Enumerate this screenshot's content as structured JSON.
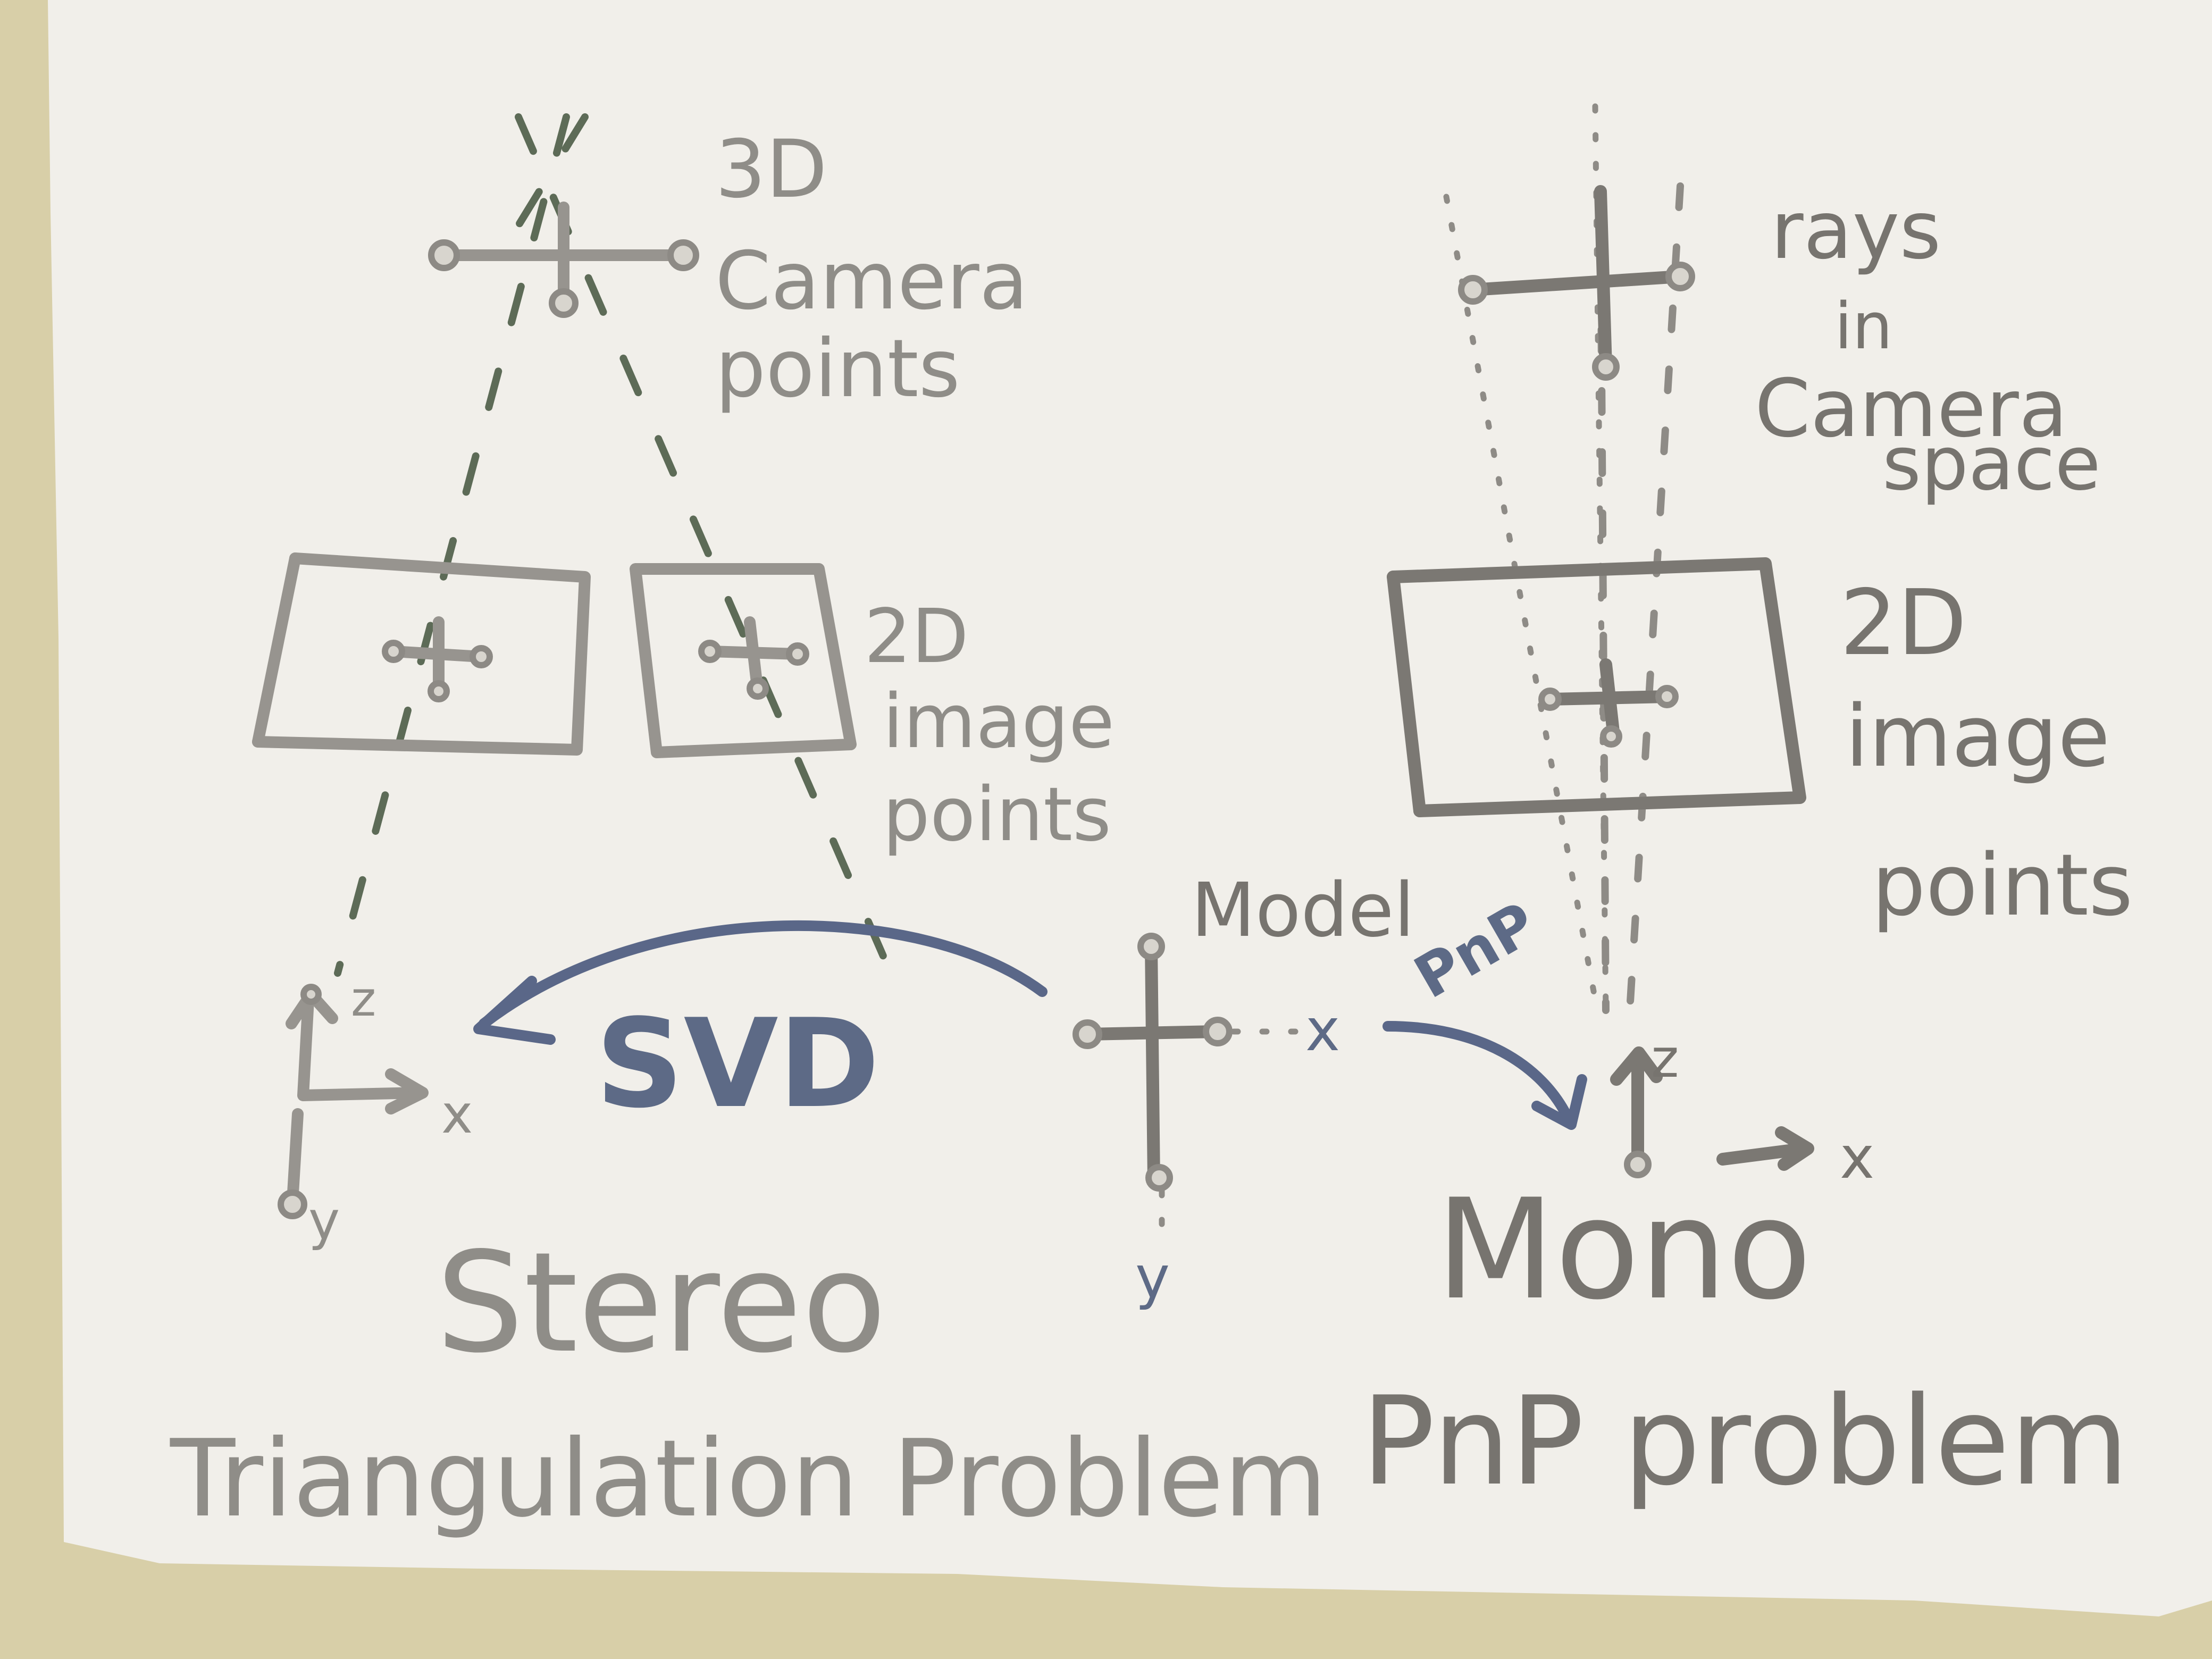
{
  "paper_color": "#f1efea",
  "wall_color": "#d8cfa8",
  "ink_colors": {
    "silver": "#97948f",
    "dark_grey": "#7b7873",
    "blue": "#5a6788",
    "green": "#5d6b57"
  },
  "left_panel": {
    "camera_points_label": [
      "3D",
      "Camera",
      "points"
    ],
    "image_points_label": [
      "2D",
      "image",
      "points"
    ],
    "axes": {
      "z": "z",
      "x": "x",
      "y": "y"
    },
    "title_line1": "Stereo",
    "title_line2": "Triangulation Problem"
  },
  "right_panel": {
    "rays_label": [
      "rays",
      "in",
      "Camera",
      "space"
    ],
    "image_points_label": [
      "2D",
      "image",
      "points"
    ],
    "axes": {
      "z": "z",
      "x": "x"
    },
    "title_line1": "Mono",
    "title_line2": "PnP problem"
  },
  "center": {
    "model_label": "Model",
    "axes": {
      "x": "x",
      "y": "y"
    },
    "svd_label": "SVD",
    "pnp_label": "PnP"
  }
}
